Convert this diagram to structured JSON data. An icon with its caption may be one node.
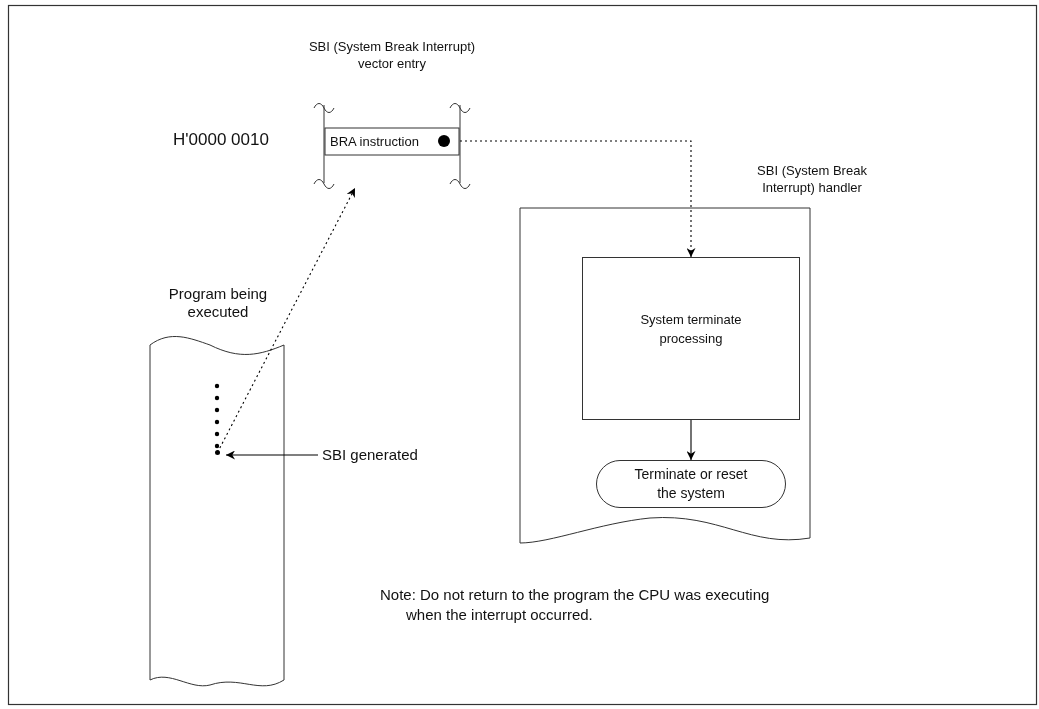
{
  "diagram": {
    "nodes": [
      {
        "text": [
          "SBI (System Break Interrupt) vector entry",
          "BRA instruction"
        ]
      },
      {
        "text": [
          "Program being executed"
        ]
      },
      {
        "text": [],
        "shape": "dot",
        "in": 1
      },
      {
        "text": [
          "SBI generated"
        ]
      },
      {
        "text": [
          "SBI (System Break Interrupt) handler"
        ]
      },
      {
        "text": [
          "System terminate processing"
        ],
        "in": 4
      },
      {
        "text": [
          "Terminate or reset the system"
        ],
        "in": 4
      }
    ],
    "edges": [
      {
        "from": 2,
        "to": 0,
        "arrow": "to",
        "style": "dashed"
      },
      {
        "from": 0,
        "to": 5,
        "arrow": "to",
        "style": "dashed"
      },
      {
        "from": 3,
        "to": 2,
        "arrow": "to"
      },
      {
        "from": 5,
        "to": 6,
        "arrow": "to"
      }
    ],
    "labels": [
      "H'0000 0010",
      "Note: Do not return to the program the CPU was executing when the interrupt occurred."
    ]
  }
}
